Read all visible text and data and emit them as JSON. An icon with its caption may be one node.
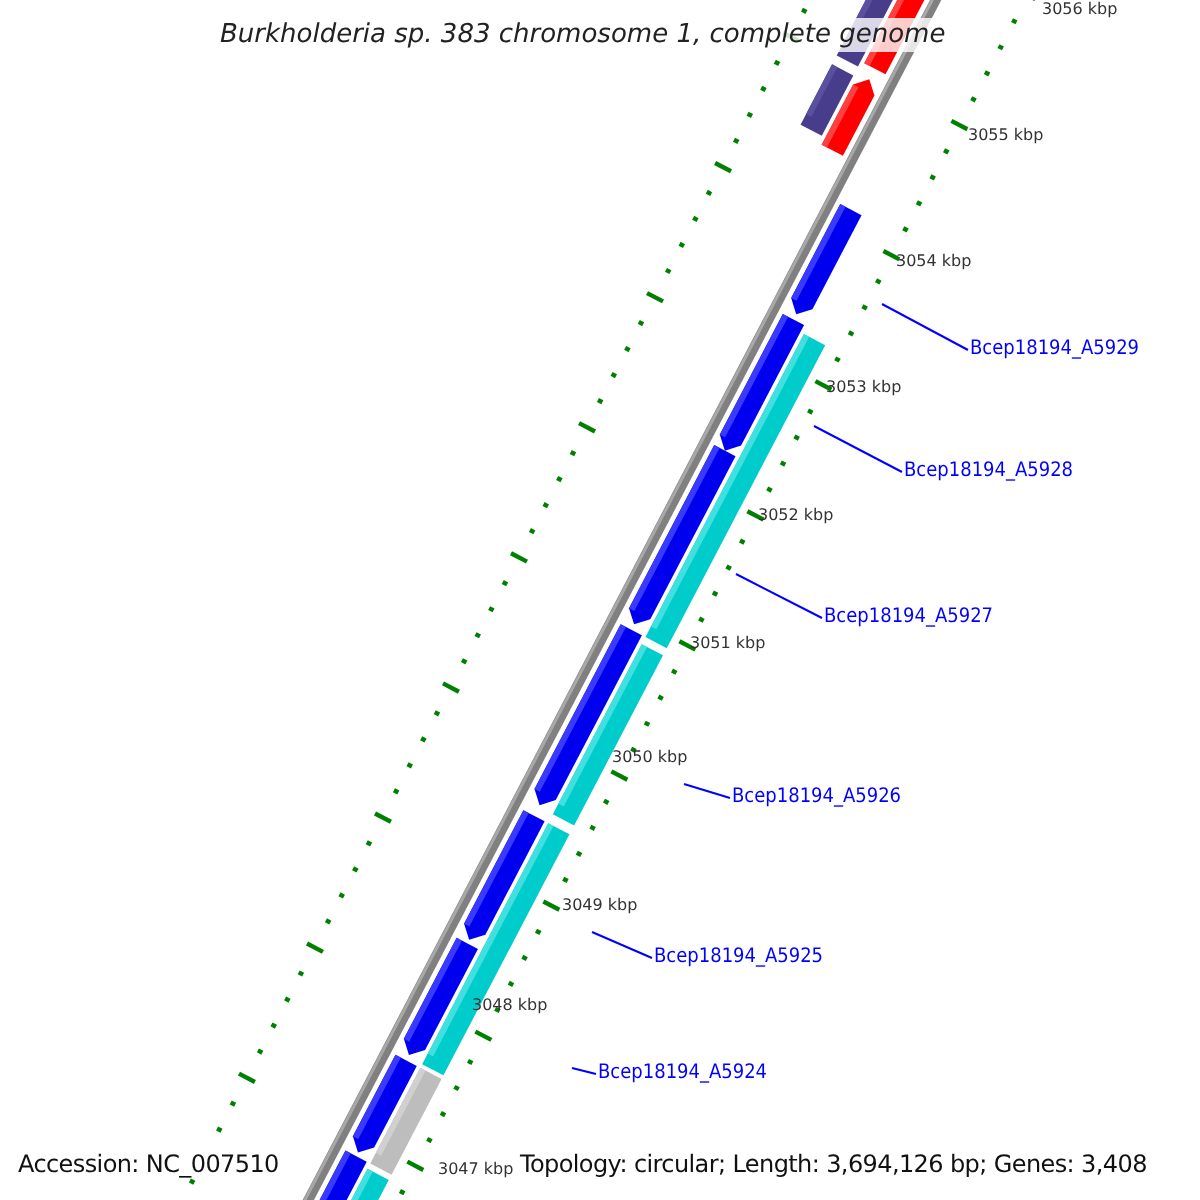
{
  "diagram": {
    "title": "Burkholderia sp. 383 chromosome 1, complete genome",
    "nodes": [
      {
        "text": [
          "Bcep18194_A5929"
        ]
      },
      {
        "text": [
          "Bcep18194_A5928"
        ]
      },
      {
        "text": [
          "Bcep18194_A5927"
        ]
      },
      {
        "text": [
          "Bcep18194_A5926"
        ]
      },
      {
        "text": [
          "Bcep18194_A5925"
        ]
      },
      {
        "text": [
          "Bcep18194_A5924"
        ]
      }
    ],
    "edges": [
      {
        "from": 0,
        "to": null,
        "arrow": "none"
      },
      {
        "from": 1,
        "to": null,
        "arrow": "none"
      },
      {
        "from": 2,
        "to": null,
        "arrow": "none"
      },
      {
        "from": 3,
        "to": null,
        "arrow": "none"
      },
      {
        "from": 4,
        "to": null,
        "arrow": "none"
      },
      {
        "from": 5,
        "to": null,
        "arrow": "none"
      }
    ],
    "labels": [
      "3056 kbp",
      "3055 kbp",
      "3054 kbp",
      "3053 kbp",
      "3052 kbp",
      "3051 kbp",
      "3050 kbp",
      "3049 kbp",
      "3048 kbp",
      "3047 kbp",
      "Accession: NC_007510",
      "Topology: circular; Length: 3,694,126 bp; Genes: 3,408"
    ]
  }
}
